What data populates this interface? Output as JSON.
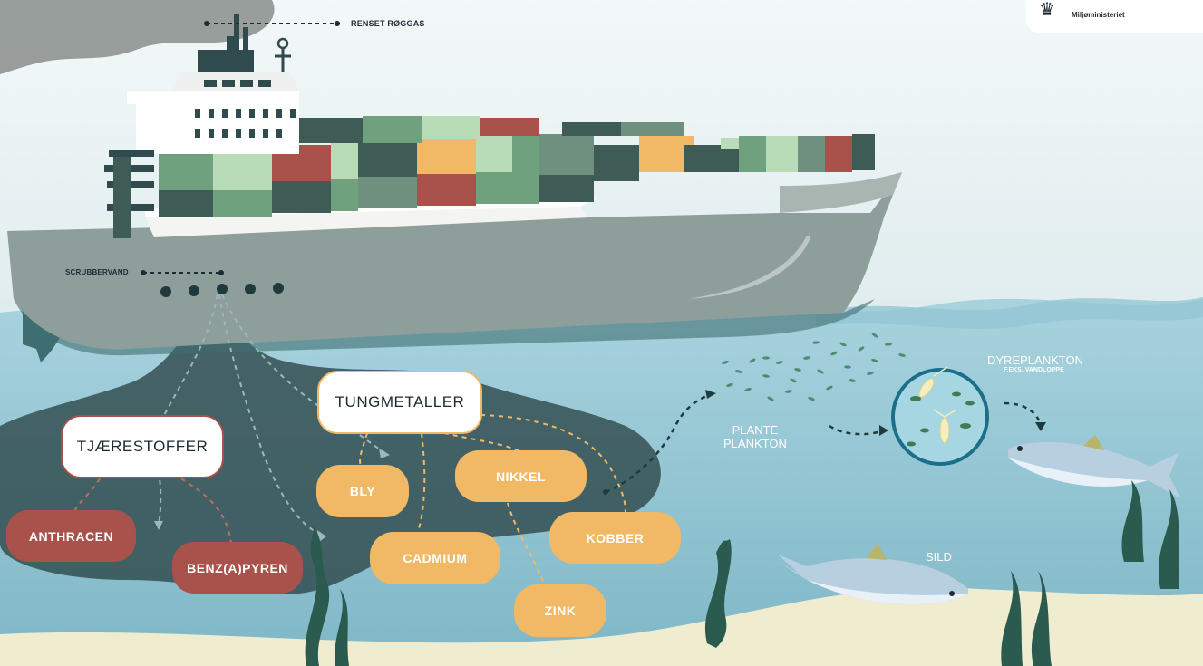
{
  "logo": {
    "name": "Miljøministeriet"
  },
  "labels": {
    "exhaust": "RENSET RØGGAS",
    "scrubber": "SCRUBBERVAND",
    "phytoplankton": "PLANTE\nPLANKTON",
    "zooplankton": "DYREPLANKTON",
    "zooplankton_sub": "F.EKS. VANDLOPPE",
    "herring": "SILD"
  },
  "groups": {
    "tar": "TJÆRESTOFFER",
    "metals": "TUNGMETALLER"
  },
  "tar_items": [
    "ANTHRACEN",
    "BENZ(A)PYREN"
  ],
  "metal_items": [
    "BLY",
    "CADMIUM",
    "NIKKEL",
    "ZINK",
    "KOBBER"
  ],
  "colors": {
    "sea": "#7fb9c9",
    "plume": "#2e4a4c",
    "orange": "#f1b866",
    "red": "#a9514b",
    "hull": "#8d9d99",
    "seabed": "#efeccf"
  }
}
